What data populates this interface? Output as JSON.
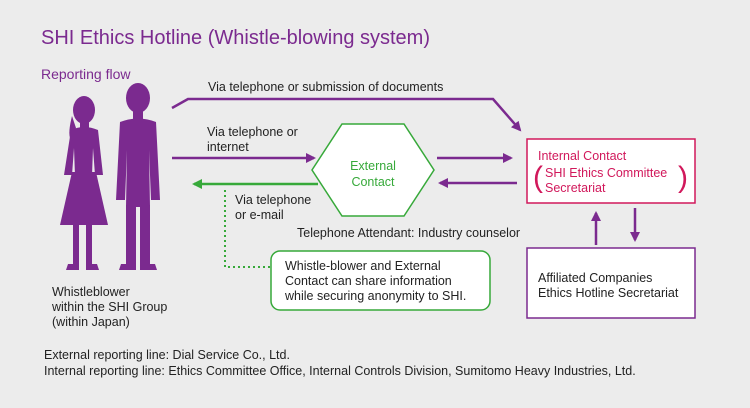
{
  "title": "SHI Ethics Hotline (Whistle-blowing system)",
  "subtitle": "Reporting flow",
  "flows": {
    "top_route": "Via telephone or submission of documents",
    "to_external": "Via telephone or\ninternet",
    "from_external": "Via telephone\nor e-mail"
  },
  "external_contact": {
    "label": "External\nContact"
  },
  "internal_contact": {
    "title": "Internal Contact",
    "subtitle": "SHI Ethics Committee\nSecretariat"
  },
  "telephone_attendant": "Telephone Attendant: Industry counselor",
  "anonymity_note": "Whistle-blower and External\nContact can share information\nwhile securing anonymity to SHI.",
  "affiliated": "Affiliated Companies\nEthics Hotline Secretariat",
  "whistleblower": "Whistleblower\nwithin the SHI Group\n(within Japan)",
  "footer": {
    "external_line": "External reporting line: Dial Service Co., Ltd.",
    "internal_line": "Internal reporting line: Ethics Committee Office, Internal Controls Division, Sumitomo Heavy Industries, Ltd."
  },
  "colors": {
    "purple": "#7b2a8f",
    "green": "#37a93a",
    "magenta": "#d1185b",
    "background": "#ececec"
  }
}
